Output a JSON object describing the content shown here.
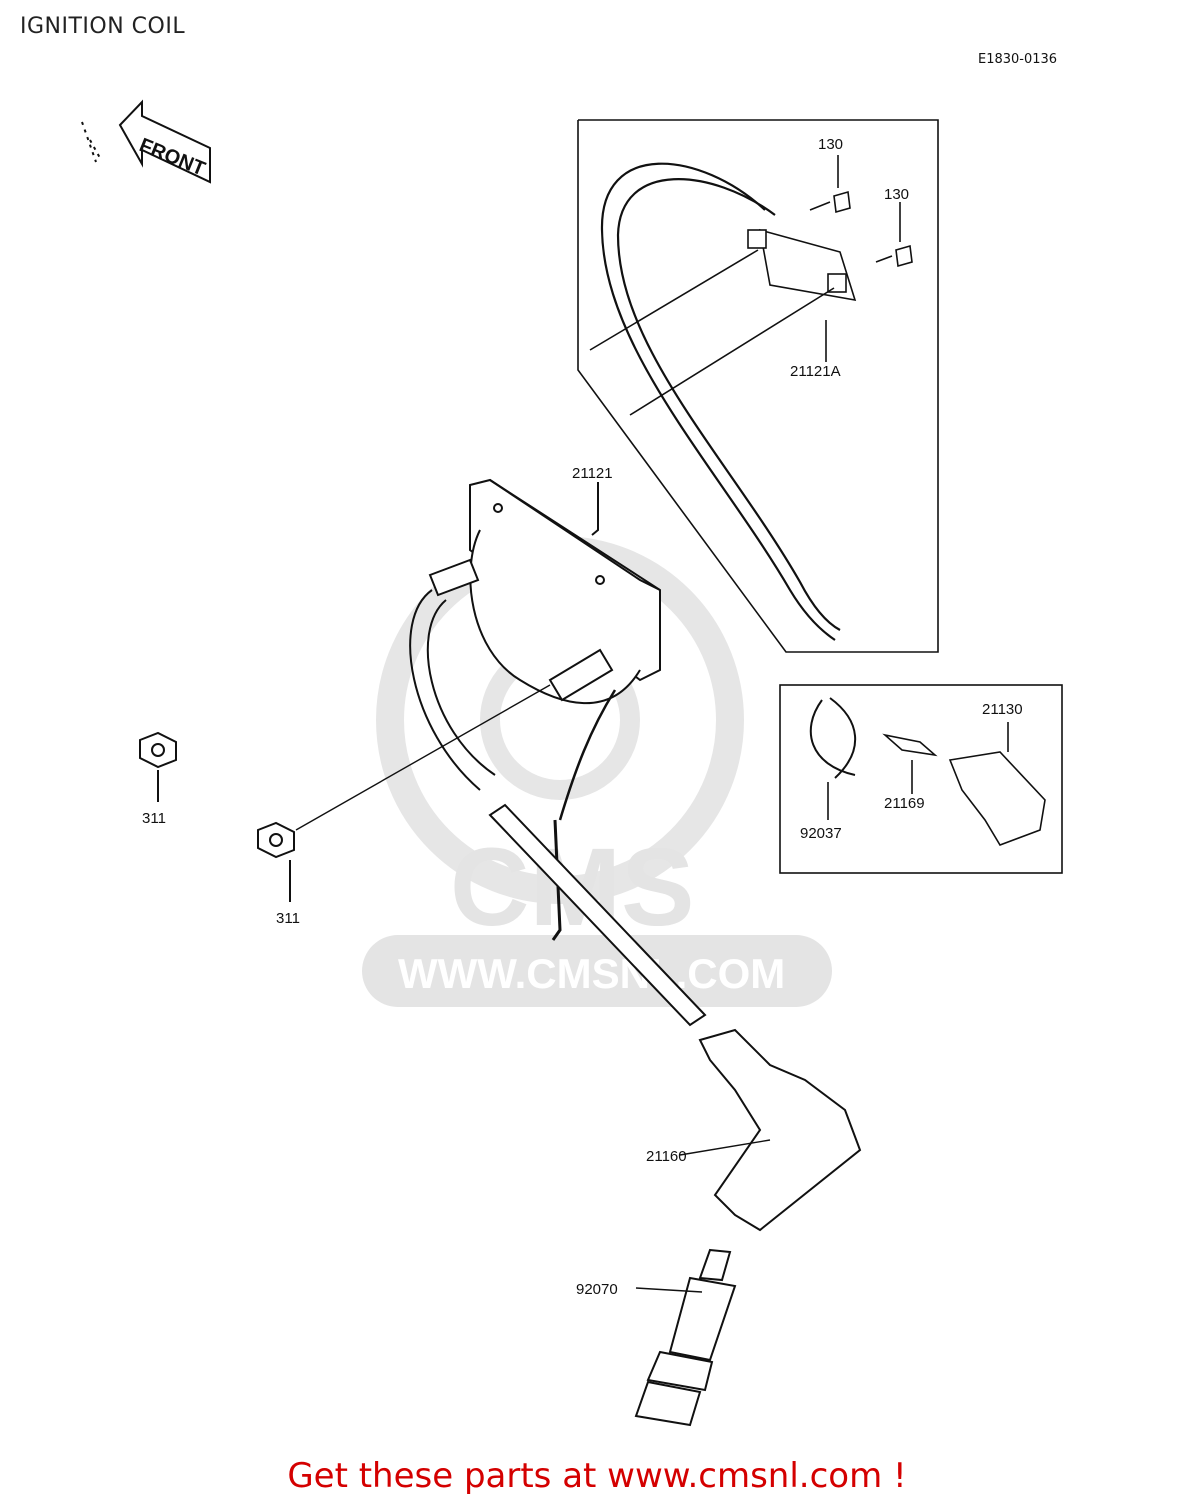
{
  "header": {
    "title": "IGNITION COIL",
    "diagram_code": "E1830-0136"
  },
  "front_arrow": {
    "label": "FRONT"
  },
  "watermark": {
    "brand": "CMS",
    "url": "WWW.CMSNL.COM"
  },
  "callouts": {
    "bolt_a": "130",
    "bolt_b": "130",
    "coil_alt": "21121A",
    "coil_main": "21121",
    "cap_alt": "21130",
    "clip": "21169",
    "wire": "92037",
    "nut_left": "311",
    "nut_center": "311",
    "plug_cap": "21160",
    "spark_plug": "92070"
  },
  "footer": {
    "text": "Get these parts at www.cmsnl.com !"
  },
  "colors": {
    "line": "#111111",
    "watermark": "#e4e4e4",
    "footer": "#d40000"
  }
}
